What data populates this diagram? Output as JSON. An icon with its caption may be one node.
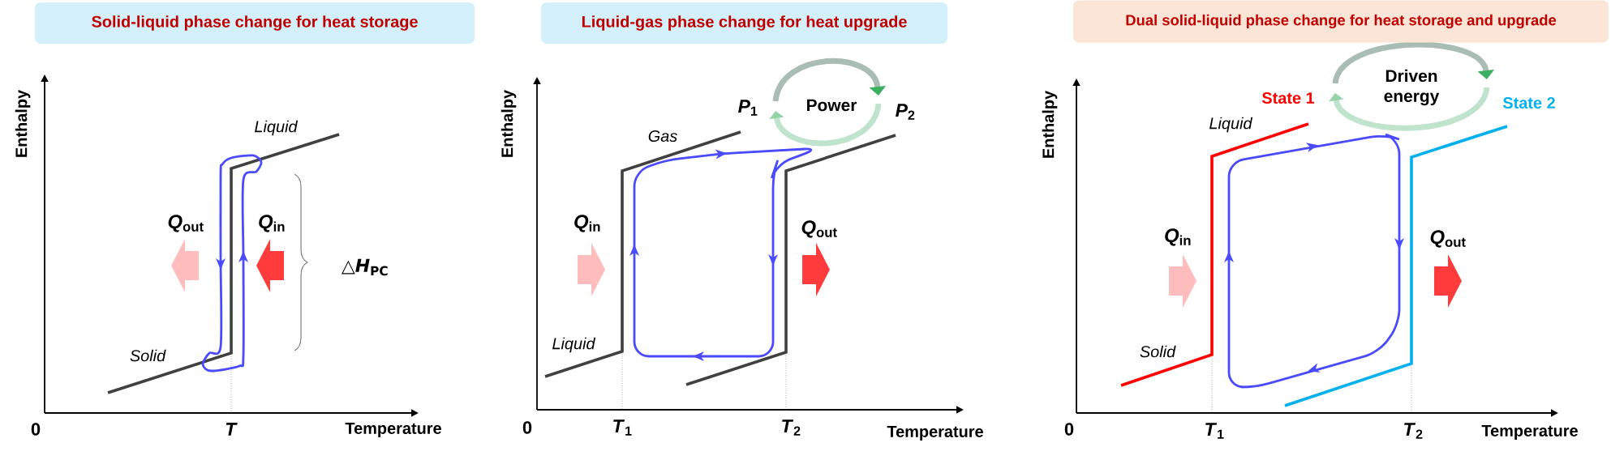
{
  "diagram": {
    "nodes": [
      {
        "text": [
          "Solid-liquid phase change for heat storage"
        ]
      },
      {
        "text": [
          "Liquid-gas phase change for heat upgrade"
        ]
      },
      {
        "text": [
          "Dual solid-liquid phase change for heat storage and upgrade"
        ]
      }
    ],
    "labels": [
      "Enthalpy",
      "Liquid",
      "*Q*$_{out}$",
      "*Q*$_{in}$",
      "△*H*$_{PC}$",
      "Solid",
      "0",
      "*T*",
      "Temperature",
      "*P*$_{1}$",
      "Power",
      "*P*$_{2}$",
      "Enthalpy",
      "Gas",
      "*Q*$_{in}$",
      "*Q*$_{out}$",
      "Liquid",
      "0",
      "*T*$_{1}$",
      "*T*$_{2}$",
      "Temperature",
      "Driven energy",
      "State 1",
      "State 2",
      "Enthalpy",
      "Liquid",
      "*Q*$_{in}$",
      "*Q*$_{out}$",
      "Solid",
      "0",
      "*T*$_{1}$",
      "*T*$_{2}$",
      "Temperature"
    ]
  }
}
